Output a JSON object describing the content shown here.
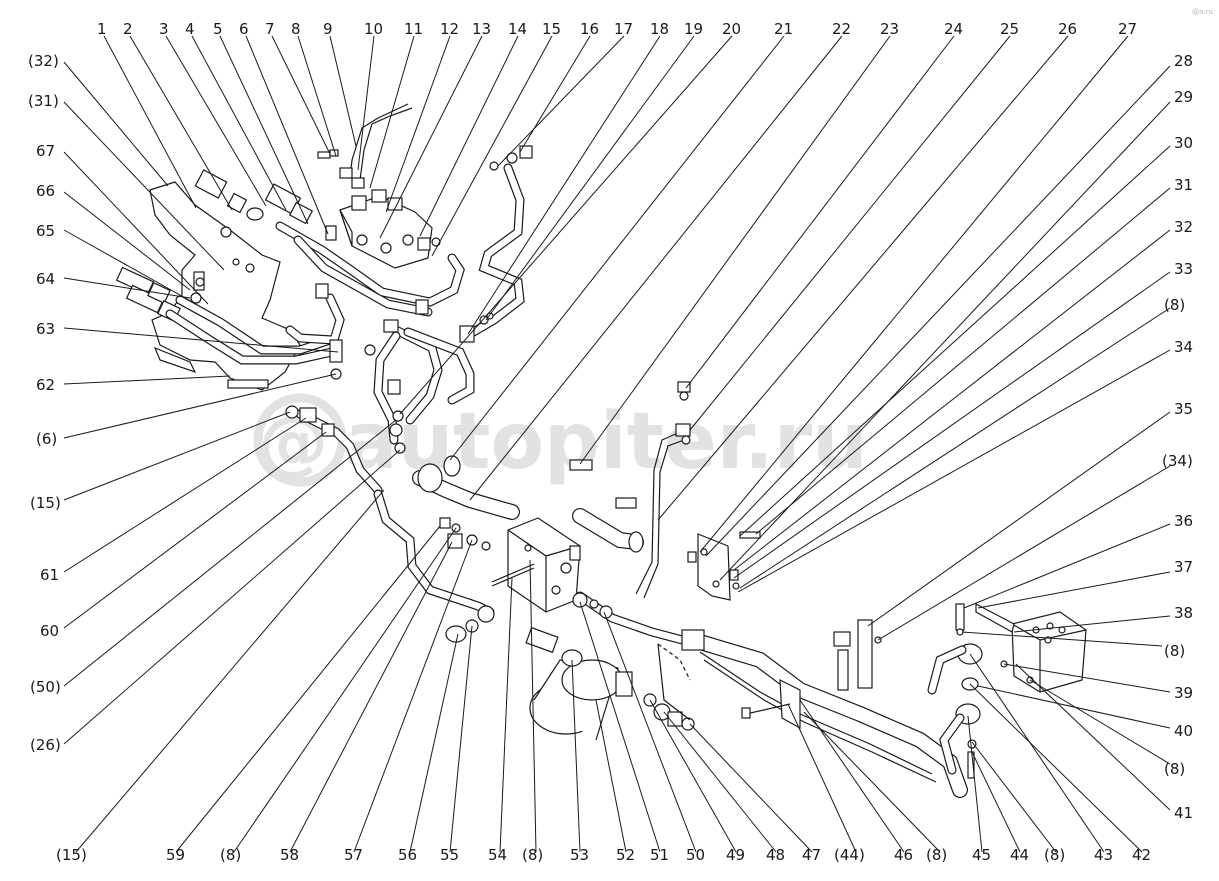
{
  "watermark": "autopiter.ru",
  "corner_mark": "@a.ru",
  "callouts_top": [
    "1",
    "2",
    "3",
    "4",
    "5",
    "6",
    "7",
    "8",
    "9",
    "10",
    "11",
    "12",
    "13",
    "14",
    "15",
    "16",
    "17",
    "18",
    "19",
    "20",
    "21",
    "22",
    "23",
    "24",
    "25",
    "26",
    "27"
  ],
  "callouts_right": [
    "28",
    "29",
    "30",
    "31",
    "32",
    "33",
    "(8)",
    "34",
    "35",
    "(34)",
    "36",
    "37",
    "38",
    "(8)",
    "39",
    "40",
    "(8)",
    "41"
  ],
  "callouts_left": [
    "(32)",
    "(31)",
    "67",
    "66",
    "65",
    "64",
    "63",
    "62",
    "(6)",
    "(15)",
    "61",
    "60",
    "(50)",
    "(26)"
  ],
  "callouts_bottom": [
    "(15)",
    "59",
    "(8)",
    "58",
    "57",
    "56",
    "55",
    "54",
    "(8)",
    "53",
    "52",
    "51",
    "50",
    "49",
    "48",
    "47",
    "(44)",
    "46",
    "(8)",
    "45",
    "44",
    "(8)",
    "43",
    "42"
  ]
}
